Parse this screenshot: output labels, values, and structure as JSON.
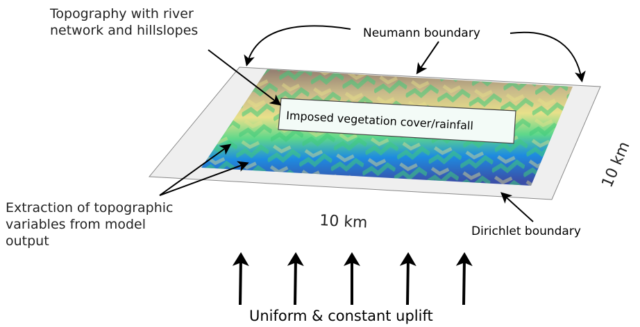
{
  "labels": {
    "topography": "Topography with river\nnetwork and hillslopes",
    "neumann": "Neumann boundary",
    "vegetation": "Imposed vegetation cover/rainfall",
    "extraction": "Extraction of topographic\nvariables from model\noutput",
    "width_km": "10 km",
    "depth_km": "10 km",
    "dirichlet": "Dirichlet boundary",
    "uplift": "Uniform & constant uplift"
  },
  "colors": {
    "ridge": "#8f7a6e",
    "hillslope": "#e8e08a",
    "midslope": "#5fd88a",
    "valley": "#1e8be0",
    "channel": "#3a4fa8",
    "plane": "#efefef"
  }
}
